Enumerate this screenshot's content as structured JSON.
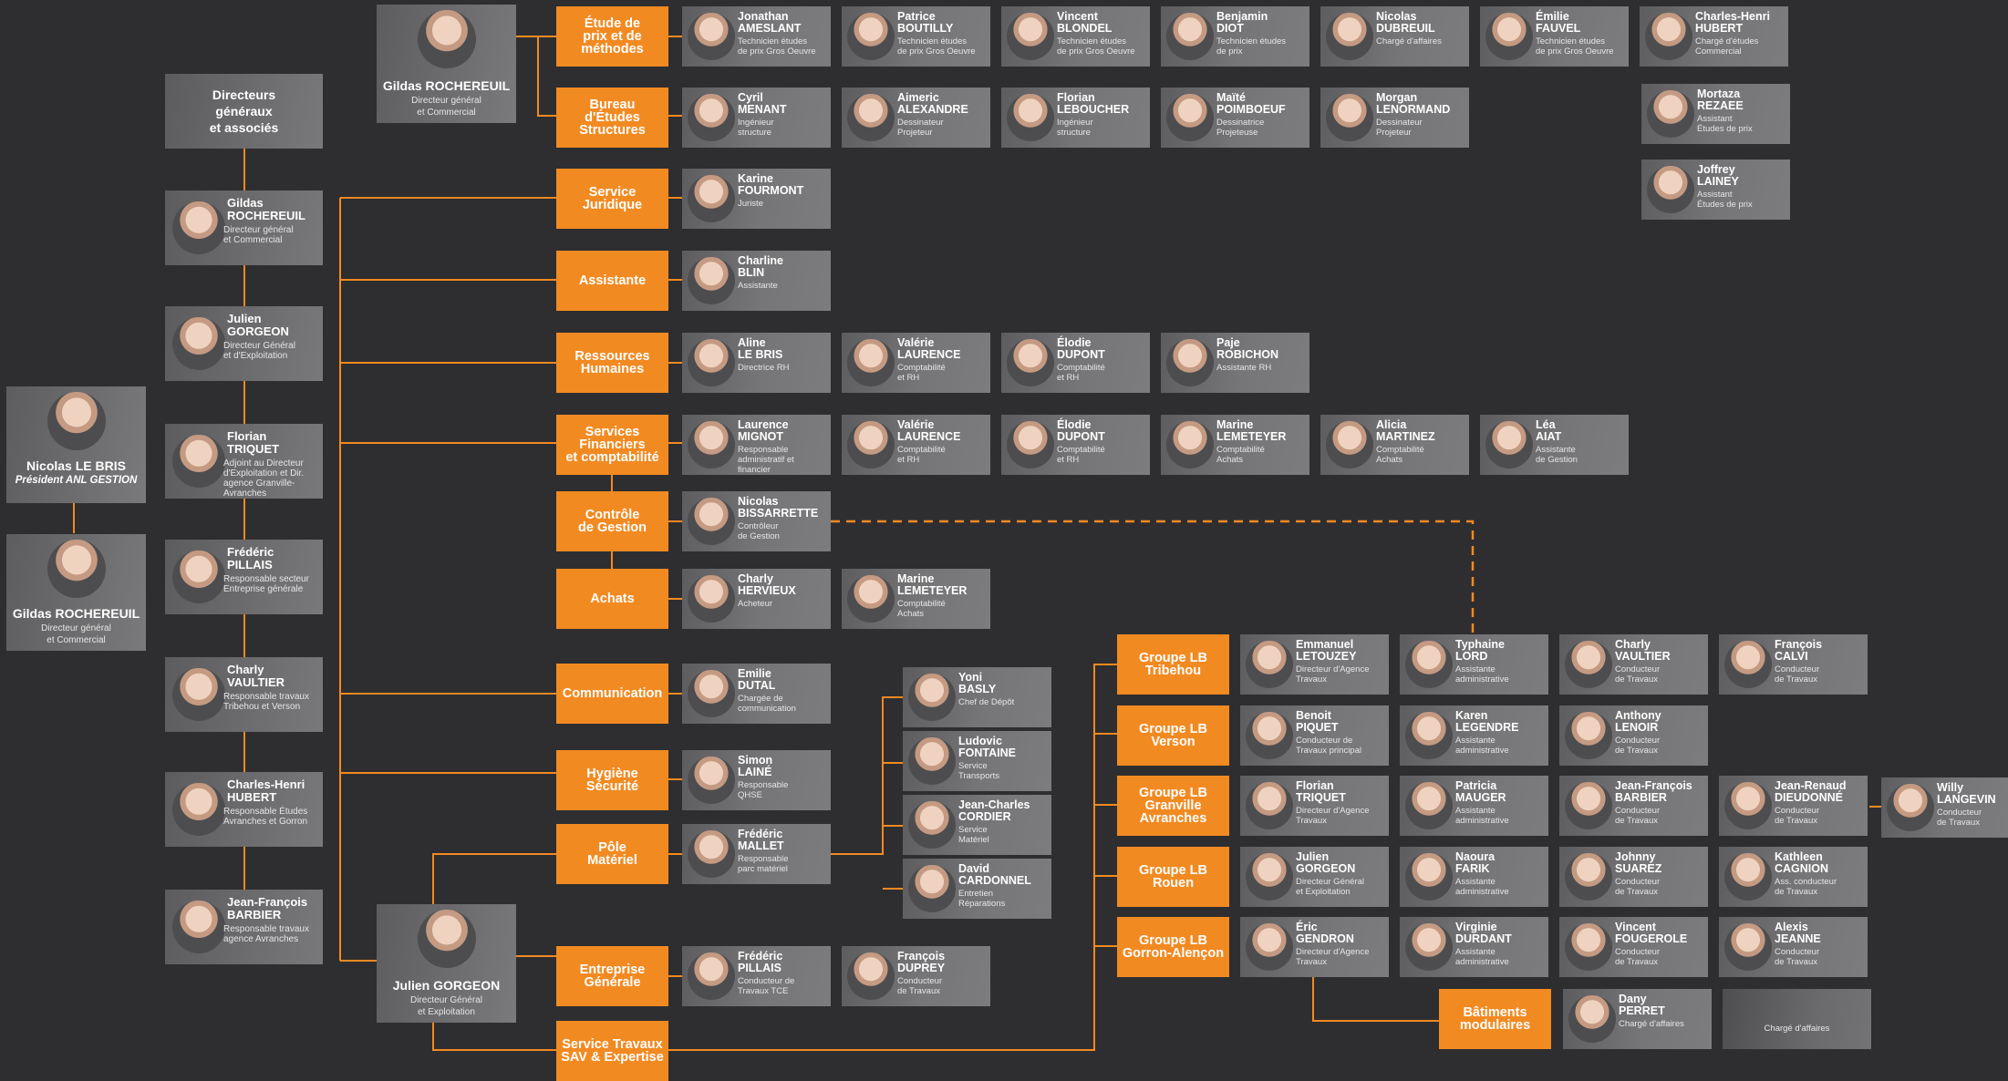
{
  "directors_box": "Directeurs\ngénéraux\net associés",
  "president": {
    "name": "Nicolas LE BRIS",
    "role": "Président ANL GESTION"
  },
  "left_gildas": {
    "name": "Gildas ROCHEREUIL",
    "role": "Directeur général\net Commercial"
  },
  "top_gildas": {
    "name": "Gildas ROCHEREUIL",
    "role": "Directeur général\net Commercial"
  },
  "bottom_julien": {
    "name": "Julien GORGEON",
    "role": "Directeur Général\net Exploitation"
  },
  "directors": [
    {
      "name": "Gildas\nROCHEREUIL",
      "role": "Directeur général\net Commercial"
    },
    {
      "name": "Julien\nGORGEON",
      "role": "Directeur Général\net d'Exploitation"
    },
    {
      "name": "Florian\nTRIQUET",
      "role": "Adjoint au Directeur\nd'Exploitation et Dir.\nagence Granville-Avranches"
    },
    {
      "name": "Frédéric\nPILLAIS",
      "role": "Responsable secteur\nEntreprise générale"
    },
    {
      "name": "Charly\nVAULTIER",
      "role": "Responsable travaux\nTribehou et Verson"
    },
    {
      "name": "Charles-Henri\nHUBERT",
      "role": "Responsable Études\nAvranches et Gorron"
    },
    {
      "name": "Jean-François\nBARBIER",
      "role": "Responsable travaux\nagence Avranches"
    }
  ],
  "departments": [
    {
      "label": "Étude de\nprix et de\nméthodes",
      "staff": [
        {
          "name": "Jonathan\nAMESLANT",
          "role": "Technicien études\nde prix Gros Oeuvre"
        },
        {
          "name": "Patrice\nBOUTILLY",
          "role": "Technicien études\nde prix Gros Oeuvre"
        },
        {
          "name": "Vincent\nBLONDEL",
          "role": "Technicien études\nde prix Gros Oeuvre"
        },
        {
          "name": "Benjamin\nDIOT",
          "role": "Technicien études\nde prix"
        },
        {
          "name": "Nicolas\nDUBREUIL",
          "role": "Chargé d'affaires"
        },
        {
          "name": "Émilie\nFAUVEL",
          "role": "Technicien études\nde prix Gros Oeuvre"
        },
        {
          "name": "Charles-Henri\nHUBERT",
          "role": "Chargé d'études\nCommercial"
        }
      ]
    },
    {
      "label": "Bureau\nd'Études\nStructures",
      "staff": [
        {
          "name": "Cyril\nMENANT",
          "role": "Ingénieur\nstructure"
        },
        {
          "name": "Aimeric\nALEXANDRE",
          "role": "Dessinateur\nProjeteur"
        },
        {
          "name": "Florian\nLEBOUCHER",
          "role": "Ingénieur\nstructure"
        },
        {
          "name": "Maïté\nPOIMBOEUF",
          "role": "Dessinatrice\nProjeteuse"
        },
        {
          "name": "Morgan\nLENORMAND",
          "role": "Dessinateur\nProjeteur"
        }
      ]
    },
    {
      "label": "Service\nJuridique",
      "staff": [
        {
          "name": "Karine\nFOURMONT",
          "role": "Juriste"
        }
      ]
    },
    {
      "label": "Assistante",
      "staff": [
        {
          "name": "Charline\nBLIN",
          "role": "Assistante"
        }
      ]
    },
    {
      "label": "Ressources\nHumaines",
      "staff": [
        {
          "name": "Aline\nLE BRIS",
          "role": "Directrice RH"
        },
        {
          "name": "Valérie\nLAURENCE",
          "role": "Comptabilité\net RH"
        },
        {
          "name": "Élodie\nDUPONT",
          "role": "Comptabilité\net RH"
        },
        {
          "name": "Paje\nROBICHON",
          "role": "Assistante RH"
        }
      ]
    },
    {
      "label": "Services\nFinanciers\net comptabilité",
      "staff": [
        {
          "name": "Laurence\nMIGNOT",
          "role": "Responsable\nadministratif et financier"
        },
        {
          "name": "Valérie\nLAURENCE",
          "role": "Comptabilité\net RH"
        },
        {
          "name": "Élodie\nDUPONT",
          "role": "Comptabilité\net RH"
        },
        {
          "name": "Marine\nLEMETEYER",
          "role": "Comptabilité\nAchats"
        },
        {
          "name": "Alicia\nMARTINEZ",
          "role": "Comptabilité\nAchats"
        },
        {
          "name": "Léa\nAIAT",
          "role": "Assistante\nde Gestion"
        }
      ]
    },
    {
      "label": "Contrôle\nde Gestion",
      "staff": [
        {
          "name": "Nicolas\nBISSARRETTE",
          "role": "Contrôleur\nde Gestion"
        }
      ]
    },
    {
      "label": "Achats",
      "staff": [
        {
          "name": "Charly\nHERVIEUX",
          "role": "Acheteur"
        },
        {
          "name": "Marine\nLEMETEYER",
          "role": "Comptabilité\nAchats"
        }
      ]
    },
    {
      "label": "Communication",
      "staff": [
        {
          "name": "Emilie\nDUTAL",
          "role": "Chargée de\ncommunication"
        }
      ]
    },
    {
      "label": "Hygiène\nSécurité",
      "staff": [
        {
          "name": "Simon\nLAINÉ",
          "role": "Responsable\nQHSE"
        }
      ]
    },
    {
      "label": "Pôle\nMatériel",
      "staff": [
        {
          "name": "Frédéric\nMALLET",
          "role": "Responsable\nparc matériel"
        }
      ]
    },
    {
      "label": "Entreprise\nGénérale",
      "staff": [
        {
          "name": "Frédéric\nPILLAIS",
          "role": "Conducteur de\nTravaux TCE"
        },
        {
          "name": "François\nDUPREY",
          "role": "Conducteur\nde Travaux"
        }
      ]
    },
    {
      "label": "Service Travaux\nSAV & Expertise",
      "staff": []
    }
  ],
  "etude_column": [
    {
      "name": "Mortaza\nREZAEE",
      "role": "Assistant\nÉtudes de prix"
    },
    {
      "name": "Joffrey\nLAINEY",
      "role": "Assistant\nÉtudes de prix"
    }
  ],
  "materiel_team": [
    {
      "name": "Yoni\nBASLY",
      "role": "Chef de Dépôt"
    },
    {
      "name": "Ludovic\nFONTAINE",
      "role": "Service\nTransports"
    },
    {
      "name": "Jean-Charles\nCORDIER",
      "role": "Service\nMatériel"
    },
    {
      "name": "David\nCARDONNEL",
      "role": "Entretien\nRéparations"
    }
  ],
  "groups": [
    {
      "label": "Groupe LB\nTribehou",
      "staff": [
        {
          "name": "Emmanuel\nLETOUZEY",
          "role": "Directeur d'Agence\nTravaux"
        },
        {
          "name": "Typhaine\nLORD",
          "role": "Assistante\nadministrative"
        },
        {
          "name": "Charly\nVAULTIER",
          "role": "Conducteur\nde Travaux"
        },
        {
          "name": "François\nCALVI",
          "role": "Conducteur\nde Travaux"
        }
      ]
    },
    {
      "label": "Groupe LB\nVerson",
      "staff": [
        {
          "name": "Benoit\nPIQUET",
          "role": "Conducteur de\nTravaux principal"
        },
        {
          "name": "Karen\nLEGENDRE",
          "role": "Assistante\nadministrative"
        },
        {
          "name": "Anthony\nLENOIR",
          "role": "Conducteur\nde Travaux"
        }
      ]
    },
    {
      "label": "Groupe LB\nGranville\nAvranches",
      "staff": [
        {
          "name": "Florian\nTRIQUET",
          "role": "Directeur d'Agence\nTravaux"
        },
        {
          "name": "Patricia\nMAUGER",
          "role": "Assistante\nadministrative"
        },
        {
          "name": "Jean-François\nBARBIER",
          "role": "Conducteur\nde Travaux"
        },
        {
          "name": "Jean-Renaud\nDIEUDONNÉ",
          "role": "Conducteur\nde Travaux"
        },
        {
          "name": "Willy\nLANGEVIN",
          "role": "Conducteur\nde Travaux"
        }
      ]
    },
    {
      "label": "Groupe LB\nRouen",
      "staff": [
        {
          "name": "Julien\nGORGEON",
          "role": "Directeur Général\net Exploitation"
        },
        {
          "name": "Naoura\nFARIK",
          "role": "Assistante\nadministrative"
        },
        {
          "name": "Johnny\nSUAREZ",
          "role": "Conducteur\nde Travaux"
        },
        {
          "name": "Kathleen\nCAGNION",
          "role": "Ass. conducteur\nde Travaux"
        }
      ]
    },
    {
      "label": "Groupe LB\nGorron-Alençon",
      "staff": [
        {
          "name": "Éric\nGENDRON",
          "role": "Directeur d'Agence\nTravaux"
        },
        {
          "name": "Virginie\nDURDANT",
          "role": "Assistante\nadministrative"
        },
        {
          "name": "Vincent\nFOUGEROLE",
          "role": "Conducteur\nde Travaux"
        },
        {
          "name": "Alexis\nJEANNE",
          "role": "Conducteur\nde Travaux"
        }
      ]
    }
  ],
  "modulaires": {
    "label": "Bâtiments\nmodulaires",
    "staff": [
      {
        "name": "Dany\nPERRET",
        "role": "Chargé d'affaires"
      },
      {
        "name": "",
        "role": "Chargé d'affaires"
      }
    ]
  }
}
